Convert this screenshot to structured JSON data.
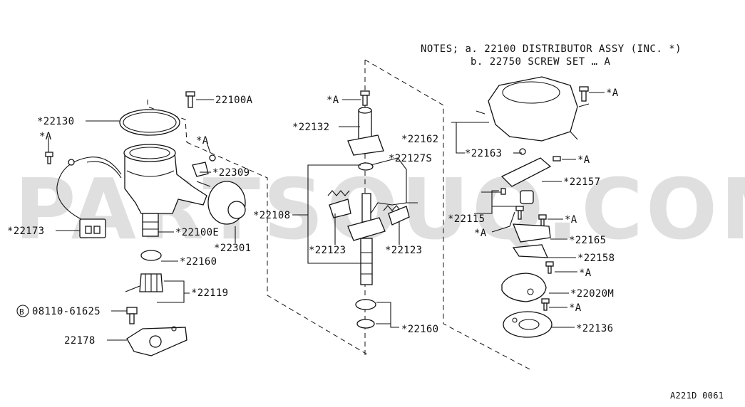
{
  "notes": {
    "line1": "NOTES; a. 22100   DISTRIBUTOR ASSY (INC. *)",
    "line2": "b. 22750  SCREW SET … A"
  },
  "watermark": "PARTSOUQ.COM",
  "diagram_id": "A221D 0061",
  "labels": {
    "p22100a": "22100A",
    "p22130": "*22130",
    "a_left": "*A",
    "a_mid": "*A",
    "p22309": "*22309",
    "p22173": "*22173",
    "p22100e": "*22100E",
    "p22301": "*22301",
    "p22160_left": "*22160",
    "p22119": "*22119",
    "bolt_num": "08110-61625",
    "bolt_b": "B",
    "p22178": "22178",
    "a_center": "*A",
    "p22132": "*22132",
    "p22127s": "*22127S",
    "p22108": "*22108",
    "p22123_left": "*22123",
    "p22123_right": "*22123",
    "p22160_center": "*22160",
    "p22162": "*22162",
    "a_right_top": "*A",
    "p22163": "*22163",
    "a_rotor": "*A",
    "p22157": "*22157",
    "p22115": "*22115",
    "a_r1": "*A",
    "a_r2": "*A",
    "p22165": "*22165",
    "p22158": "*22158",
    "a_r3": "*A",
    "p22020m": "*22020M",
    "a_r4": "*A",
    "p22136": "*22136"
  }
}
